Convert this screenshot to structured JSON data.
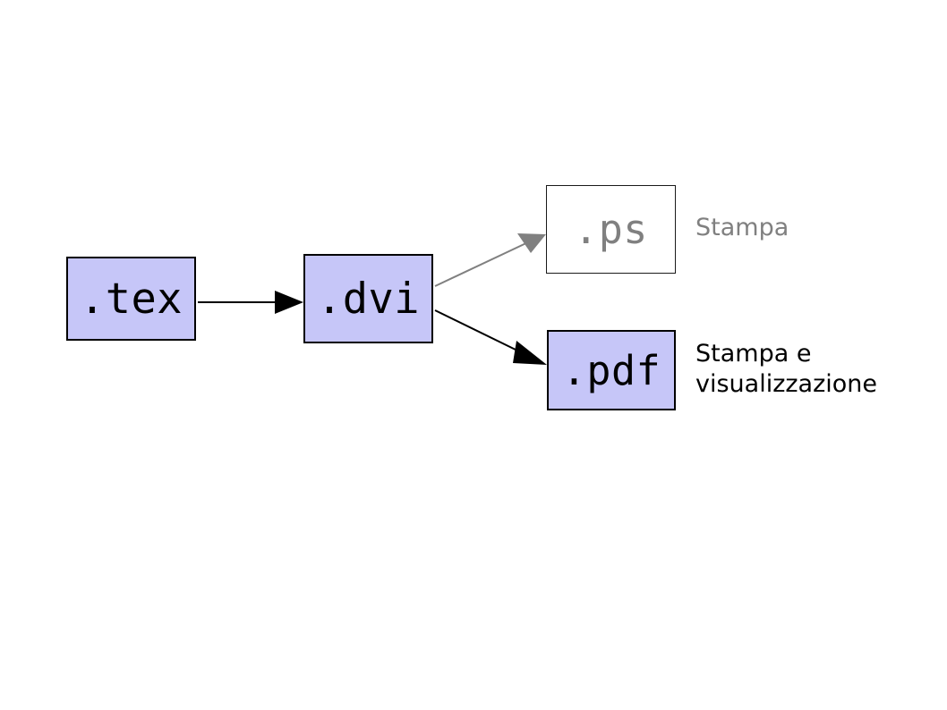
{
  "diagram": {
    "title": "LaTeX output formats workflow",
    "background_color": "#ffffff",
    "colors": {
      "node_fill": "#c6c6f8",
      "node_border": "#000000",
      "hollow_fill": "#ffffff",
      "active_text": "#000000",
      "muted_text": "#808080",
      "active_arrow": "#000000",
      "muted_arrow": "#808080"
    },
    "nodes": [
      {
        "id": "tex",
        "label": ".tex",
        "style": "filled"
      },
      {
        "id": "dvi",
        "label": ".dvi",
        "style": "filled"
      },
      {
        "id": "ps",
        "label": ".ps",
        "style": "hollow"
      },
      {
        "id": "pdf",
        "label": ".pdf",
        "style": "filled"
      }
    ],
    "edges": [
      {
        "id": "tex-to-dvi",
        "from": ".tex",
        "to": ".dvi",
        "color": "#000000",
        "emphasis": "active"
      },
      {
        "id": "dvi-to-ps",
        "from": ".dvi",
        "to": ".ps",
        "color": "#808080",
        "emphasis": "muted"
      },
      {
        "id": "dvi-to-pdf",
        "from": ".dvi",
        "to": ".pdf",
        "color": "#000000",
        "emphasis": "active"
      }
    ],
    "annotations": [
      {
        "id": "stampa",
        "text": "Stampa",
        "for": ".ps",
        "color": "#808080"
      },
      {
        "id": "stampa-visualizzazione",
        "text": "Stampa e\nvisualizzazione",
        "for": ".pdf",
        "color": "#000000"
      }
    ]
  }
}
